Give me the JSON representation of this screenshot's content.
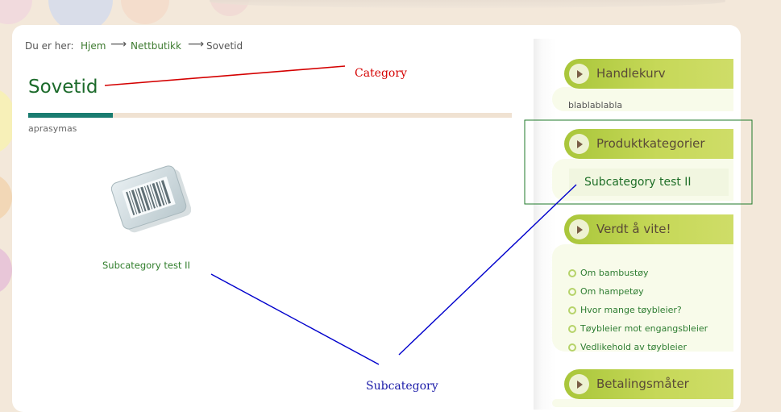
{
  "breadcrumb": {
    "prefix": "Du er her:",
    "items": [
      "Hjem",
      "Nettbutikk",
      "Sovetid"
    ],
    "separator": "⟶"
  },
  "page": {
    "title": "Sovetid",
    "subtitle": "aprasymas"
  },
  "products": [
    {
      "name": "Subcategory test II",
      "icon": "barcode-icon"
    }
  ],
  "sidebar": {
    "cart": {
      "title": "Handlekurv",
      "text": "blablablabla"
    },
    "categories": {
      "title": "Produktkategorier",
      "items": [
        "Subcategory test II"
      ]
    },
    "info": {
      "title": "Verdt å vite!",
      "links": [
        "Om bambustøy",
        "Om hampetøy",
        "Hvor mange tøybleier?",
        "Tøybleier mot engangsbleier",
        "Vedlikehold av tøybleier"
      ]
    },
    "payment": {
      "title": "Betalingsmåter"
    }
  },
  "annotations": {
    "category": "Category",
    "subcategory": "Subcategory"
  },
  "colors": {
    "accent_green": "#1b6a2a",
    "tab_green": "#c6d858",
    "teal_bar": "#1a7c70",
    "annotation_red": "#d40000",
    "annotation_blue": "#0000cc"
  }
}
